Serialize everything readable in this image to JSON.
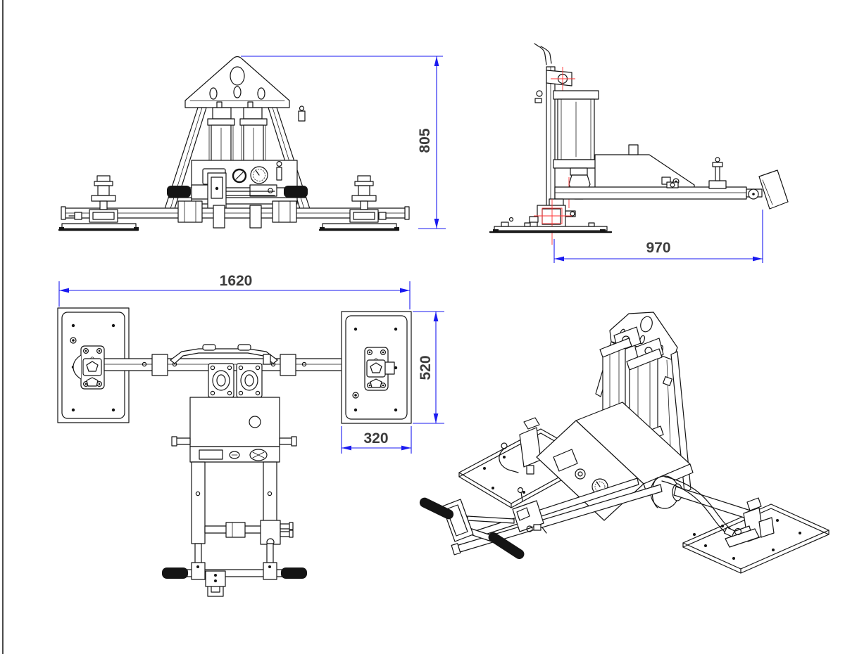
{
  "page": {
    "background": "#ffffff",
    "border_left_color": "#4a4a4a"
  },
  "colors": {
    "line": "#141414",
    "dimension": "#1a1af0",
    "dimension_text": "#3c3c3c",
    "centerline": "#ff3232"
  },
  "dimensions": {
    "overall_height": "805",
    "arm_reach": "970",
    "overall_width": "1620",
    "pad_length": "520",
    "pad_width": "320"
  }
}
